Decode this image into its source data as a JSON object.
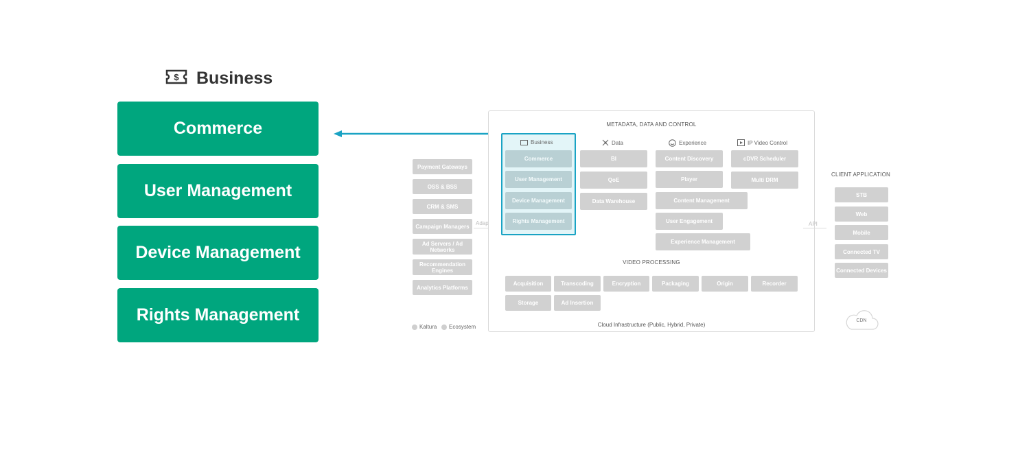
{
  "business_panel": {
    "title": "Business",
    "icon": "ticket-dollar-icon",
    "items": [
      "Commerce",
      "User Management",
      "Device Management",
      "Rights Management"
    ],
    "accent_color": "#00a67e"
  },
  "diagram": {
    "header": "METADATA, DATA AND CONTROL",
    "columns": {
      "business": {
        "title": "Business",
        "items": [
          "Commerce",
          "User Management",
          "Device Management",
          "Rights Management"
        ]
      },
      "data": {
        "title": "Data",
        "items": [
          "BI",
          "QoE",
          "Data Warehouse"
        ]
      },
      "experience": {
        "title": "Experience",
        "items": [
          "Content Discovery",
          "Player",
          "Content Management",
          "User Engagement",
          "Experience Management"
        ]
      },
      "ip_video": {
        "title": "IP Video Control",
        "items": [
          "cDVR Scheduler",
          "Multi DRM"
        ]
      }
    },
    "video_processing": {
      "title": "VIDEO PROCESSING",
      "row1": [
        "Acquisition",
        "Transcoding",
        "Encryption",
        "Packaging",
        "Origin",
        "Recorder"
      ],
      "row2": [
        "Storage",
        "Ad Insertion"
      ]
    },
    "footer": "Cloud Infrastructure (Public, Hybrid, Private)",
    "adapters_label": "Adapters",
    "api_label": "API",
    "ecosystem": [
      "Payment Gateways",
      "OSS & BSS",
      "CRM & SMS",
      "Campaign Managers",
      "Ad Servers / Ad Networks",
      "Recommendation Engines",
      "Analytics Platforms"
    ],
    "client": {
      "title": "CLIENT APPLICATION",
      "items": [
        "STB",
        "Web",
        "Mobile",
        "Connected TV",
        "Connected Devices"
      ],
      "cdn": "CDN"
    },
    "legend": {
      "kaltura": "Kaltura",
      "ecosystem": "Ecosystem"
    },
    "highlight_color": "#1aa3c4"
  }
}
